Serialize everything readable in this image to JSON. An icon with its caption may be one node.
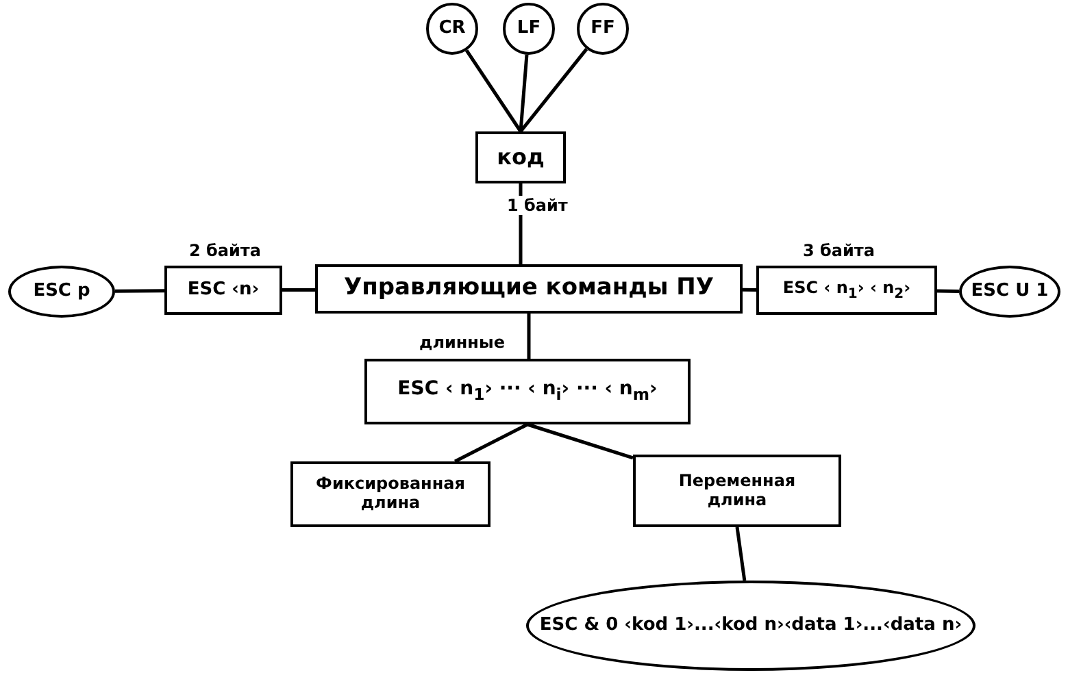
{
  "diagram": {
    "nodes": [
      {
        "text": [
          "Управляющие команды ПУ"
        ]
      },
      {
        "text": [
          "код"
        ]
      },
      {
        "text": [
          "CR"
        ]
      },
      {
        "text": [
          "LF"
        ]
      },
      {
        "text": [
          "FF"
        ]
      },
      {
        "text": [
          "ESC p"
        ]
      },
      {
        "text": [
          "ESC ‹n›"
        ],
        "beside": [
          "2 байта"
        ]
      },
      {
        "text": [
          "ESC ‹ n$_{1}$› ‹ n$_{2}$›"
        ],
        "beside": [
          "3 байта"
        ]
      },
      {
        "text": [
          "ESC U 1"
        ]
      },
      {
        "text": [
          "ESC ‹ n$_{1}$› ··· ‹ n$_{i}$› ··· ‹ n$_{m}$›"
        ]
      },
      {
        "text": [
          "Фиксированная длина"
        ]
      },
      {
        "text": [
          "Переменная длина"
        ]
      },
      {
        "text": [
          "ESC & 0 ‹kod 1›...‹kod n›‹data 1›...‹data n›"
        ]
      }
    ],
    "edges": [
      {
        "from": 2,
        "to": 1,
        "arrow": "none"
      },
      {
        "from": 3,
        "to": 1,
        "arrow": "none"
      },
      {
        "from": 4,
        "to": 1,
        "arrow": "none"
      },
      {
        "from": 1,
        "to": 0,
        "arrow": "none",
        "label": "1 байт"
      },
      {
        "from": 5,
        "to": 6,
        "arrow": "none"
      },
      {
        "from": 6,
        "to": 0,
        "arrow": "none"
      },
      {
        "from": 0,
        "to": 7,
        "arrow": "none"
      },
      {
        "from": 7,
        "to": 8,
        "arrow": "none"
      },
      {
        "from": 0,
        "to": 9,
        "arrow": "none",
        "label": "длинные"
      },
      {
        "from": 9,
        "to": 10,
        "arrow": "none"
      },
      {
        "from": 9,
        "to": 11,
        "arrow": "none"
      },
      {
        "from": 11,
        "to": 12,
        "arrow": "none"
      }
    ]
  }
}
